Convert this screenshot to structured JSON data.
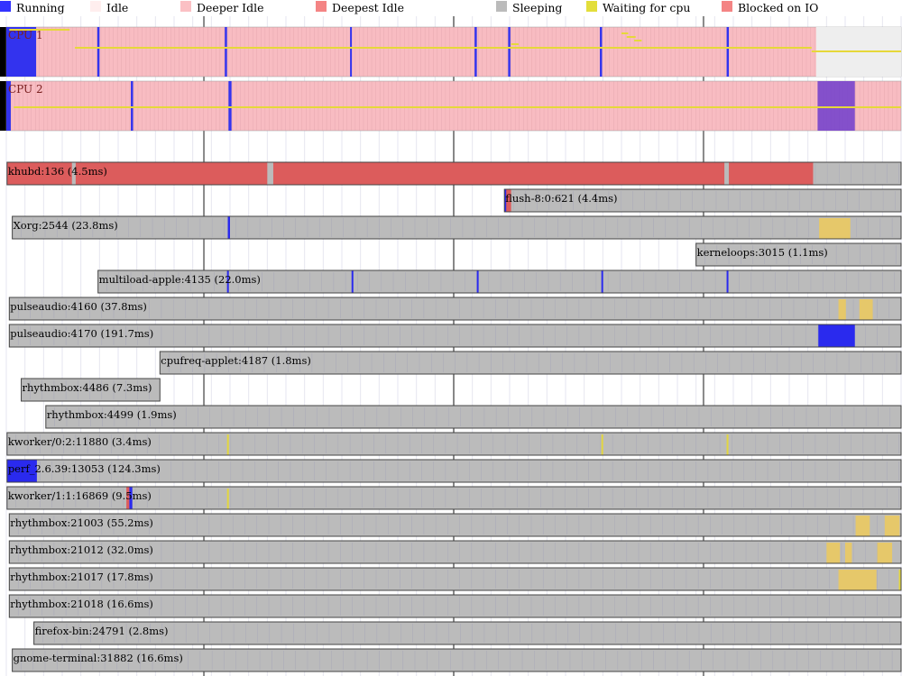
{
  "legend": [
    {
      "label": "Running",
      "color": "#3333ff"
    },
    {
      "label": "Idle",
      "color": "#ffeeee"
    },
    {
      "label": "Deeper Idle",
      "color": "#fbc0c4"
    },
    {
      "label": "Deepest Idle",
      "color": "#f48484"
    },
    {
      "label": "Sleeping",
      "color": "#bbbbbb"
    },
    {
      "label": "Waiting for cpu",
      "color": "#e3de3b"
    },
    {
      "label": "Blocked on IO",
      "color": "#f48484"
    }
  ],
  "chart_data": {
    "type": "timechart",
    "time_unit": "ms",
    "time_range": [
      0,
      120
    ],
    "major_ticks_ms": [
      26.5,
      60,
      93.5
    ],
    "cpus": [
      {
        "label": "CPU 1",
        "running": [
          [
            0,
            4
          ],
          [
            12.2,
            12.5
          ],
          [
            29.3,
            29.6
          ],
          [
            46.1,
            46.3
          ],
          [
            62.8,
            63.1
          ],
          [
            67.3,
            67.6
          ],
          [
            79.6,
            79.9
          ],
          [
            96.6,
            96.9
          ]
        ],
        "idle": [
          [
            108.6,
            120
          ]
        ],
        "waiting": [
          [
            0,
            8.5
          ],
          [
            9.2,
            68.2
          ],
          [
            68.2,
            108
          ],
          [
            108,
            120
          ]
        ],
        "waiting_steps": [
          [
            0.4,
            8.5,
            0
          ],
          [
            82.5,
            83.4,
            1
          ],
          [
            83.2,
            84.4,
            2
          ],
          [
            84.2,
            85.2,
            3
          ],
          [
            67.7,
            68.7,
            4
          ],
          [
            9.2,
            108,
            5
          ],
          [
            108,
            120,
            6
          ]
        ]
      },
      {
        "label": "CPU 2",
        "running": [
          [
            0,
            0.6
          ],
          [
            16.7,
            17.0
          ],
          [
            29.8,
            30.2
          ]
        ],
        "running_deep": [
          [
            108.8,
            113.8
          ]
        ],
        "waiting": [
          [
            1,
            120
          ]
        ]
      }
    ],
    "tasks": [
      {
        "label": "khubd:136 (4.5ms)",
        "start": 0.1,
        "end": 120,
        "blocked": [
          [
            0.1,
            108.2
          ]
        ],
        "sleeping": [
          [
            8.8,
            9.3
          ],
          [
            35,
            35.8
          ],
          [
            96.3,
            96.9
          ],
          [
            108.2,
            120
          ]
        ],
        "running": [],
        "waiting": []
      },
      {
        "label": "flush-8:0:621 (4.4ms)",
        "start": 66.8,
        "end": 120,
        "blocked": [
          [
            66.8,
            67.7
          ]
        ],
        "sleeping": [
          [
            67.7,
            120
          ]
        ],
        "running": [
          [
            66.8,
            67.0
          ]
        ],
        "waiting": []
      },
      {
        "label": "Xorg:2544 (23.8ms)",
        "start": 0.8,
        "end": 120,
        "sleeping": [
          [
            0.8,
            120
          ]
        ],
        "running": [
          [
            29.7,
            30.0
          ]
        ],
        "waiting": [
          [
            109.0,
            113.2
          ]
        ]
      },
      {
        "label": "kerneloops:3015 (1.1ms)",
        "start": 92.5,
        "end": 120,
        "sleeping": [
          [
            92.5,
            120
          ]
        ],
        "running": [],
        "waiting": []
      },
      {
        "label": "multiload-apple:4135 (22.0ms)",
        "start": 12.3,
        "end": 120,
        "sleeping": [
          [
            12.3,
            120
          ]
        ],
        "running": [
          [
            29.6,
            29.8
          ],
          [
            46.3,
            46.5
          ],
          [
            63.1,
            63.3
          ],
          [
            79.8,
            80.0
          ],
          [
            96.6,
            96.8
          ]
        ],
        "waiting": []
      },
      {
        "label": "pulseaudio:4160 (37.8ms)",
        "start": 0.4,
        "end": 120,
        "sleeping": [
          [
            0.4,
            120
          ]
        ],
        "running": [],
        "waiting": [
          [
            111.6,
            112.6
          ],
          [
            114.4,
            116.2
          ]
        ]
      },
      {
        "label": "pulseaudio:4170 (191.7ms)",
        "start": 0.4,
        "end": 120,
        "sleeping": [
          [
            0.4,
            120
          ]
        ],
        "running": [
          [
            108.9,
            113.8
          ]
        ],
        "waiting": []
      },
      {
        "label": "cpufreq-applet:4187 (1.8ms)",
        "start": 20.6,
        "end": 120,
        "sleeping": [
          [
            20.6,
            120
          ]
        ],
        "running": [],
        "waiting": []
      },
      {
        "label": "rhythmbox:4486 (7.3ms)",
        "start": 2.0,
        "end": 20.6,
        "sleeping": [
          [
            2.0,
            20.6
          ]
        ],
        "running": [],
        "waiting": []
      },
      {
        "label": "rhythmbox:4499 (1.9ms)",
        "start": 5.3,
        "end": 120,
        "sleeping": [
          [
            5.3,
            120
          ]
        ],
        "running": [],
        "waiting": []
      },
      {
        "label": "kworker/0:2:11880 (3.4ms)",
        "start": 0.1,
        "end": 120,
        "sleeping": [
          [
            0.1,
            120
          ]
        ],
        "running": [],
        "waiting": [
          [
            29.6,
            29.8
          ],
          [
            79.8,
            80.0
          ],
          [
            96.6,
            96.8
          ]
        ]
      },
      {
        "label": "perf_2.6.39:13053 (124.3ms)",
        "start": 0.1,
        "end": 120,
        "sleeping": [
          [
            4.1,
            120
          ]
        ],
        "running": [
          [
            0.1,
            4.1
          ]
        ],
        "waiting": []
      },
      {
        "label": "kworker/1:1:16869 (9.5ms)",
        "start": 0.1,
        "end": 120,
        "sleeping": [
          [
            0.1,
            120
          ]
        ],
        "running": [
          [
            16.5,
            16.9
          ]
        ],
        "blocked": [
          [
            16.1,
            16.5
          ]
        ],
        "waiting": [
          [
            29.6,
            29.8
          ]
        ]
      },
      {
        "label": "rhythmbox:21003 (55.2ms)",
        "start": 0.4,
        "end": 120,
        "sleeping": [
          [
            0.4,
            120
          ]
        ],
        "running": [],
        "waiting": [
          [
            113.9,
            115.8
          ],
          [
            117.8,
            119.8
          ]
        ]
      },
      {
        "label": "rhythmbox:21012 (32.0ms)",
        "start": 0.4,
        "end": 120,
        "sleeping": [
          [
            0.4,
            120
          ]
        ],
        "running": [],
        "waiting": [
          [
            110.0,
            111.8
          ],
          [
            112.5,
            113.4
          ],
          [
            116.8,
            118.8
          ]
        ]
      },
      {
        "label": "rhythmbox:21017 (17.8ms)",
        "start": 0.4,
        "end": 120,
        "sleeping": [
          [
            0.4,
            120
          ]
        ],
        "running": [],
        "waiting": [
          [
            111.6,
            116.7
          ],
          [
            119.7,
            120
          ]
        ]
      },
      {
        "label": "rhythmbox:21018 (16.6ms)",
        "start": 0.4,
        "end": 120,
        "sleeping": [
          [
            0.4,
            120
          ]
        ],
        "running": [],
        "waiting": []
      },
      {
        "label": "firefox-bin:24791 (2.8ms)",
        "start": 3.7,
        "end": 120,
        "sleeping": [
          [
            3.7,
            120
          ]
        ],
        "running": [],
        "waiting": []
      },
      {
        "label": "gnome-terminal:31882 (16.6ms)",
        "start": 0.8,
        "end": 120,
        "sleeping": [
          [
            0.8,
            120
          ]
        ],
        "running": [],
        "waiting": []
      }
    ]
  }
}
